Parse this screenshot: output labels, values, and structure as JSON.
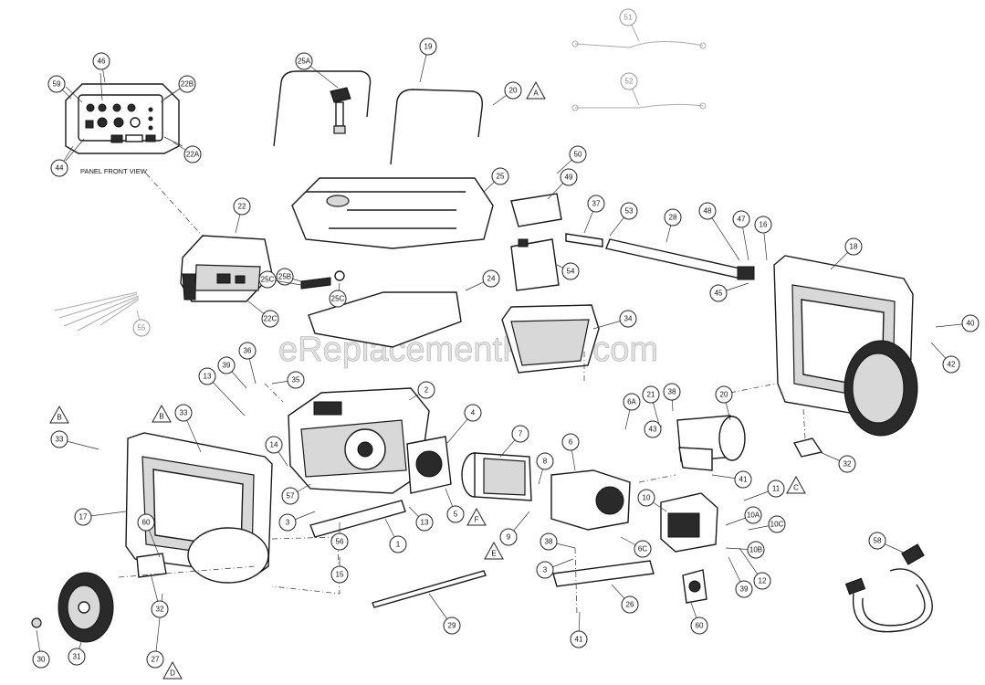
{
  "watermark": "eReplacementParts.com",
  "panel_caption": "PANEL FRONT VIEW",
  "callouts": [
    "1",
    "2",
    "3",
    "3",
    "4",
    "5",
    "6",
    "6A",
    "6C",
    "7",
    "8",
    "9",
    "10",
    "10A",
    "10B",
    "10C",
    "11",
    "12",
    "13",
    "13",
    "14",
    "15",
    "16",
    "17",
    "18",
    "19",
    "20",
    "20",
    "21",
    "22",
    "22A",
    "22B",
    "22C",
    "24",
    "25",
    "25A",
    "25B",
    "25C",
    "25C",
    "26",
    "27",
    "28",
    "29",
    "30",
    "31",
    "32",
    "32",
    "33",
    "33",
    "34",
    "35",
    "36",
    "37",
    "38",
    "38",
    "39",
    "39",
    "40",
    "41",
    "41",
    "42",
    "43",
    "44",
    "45",
    "46",
    "47",
    "48",
    "49",
    "50",
    "53",
    "54",
    "56",
    "57",
    "58",
    "59",
    "60",
    "60"
  ],
  "faded_callouts": [
    "51",
    "52",
    "55"
  ],
  "triangle_callouts": [
    "A",
    "B",
    "B",
    "C",
    "D",
    "E",
    "F"
  ]
}
